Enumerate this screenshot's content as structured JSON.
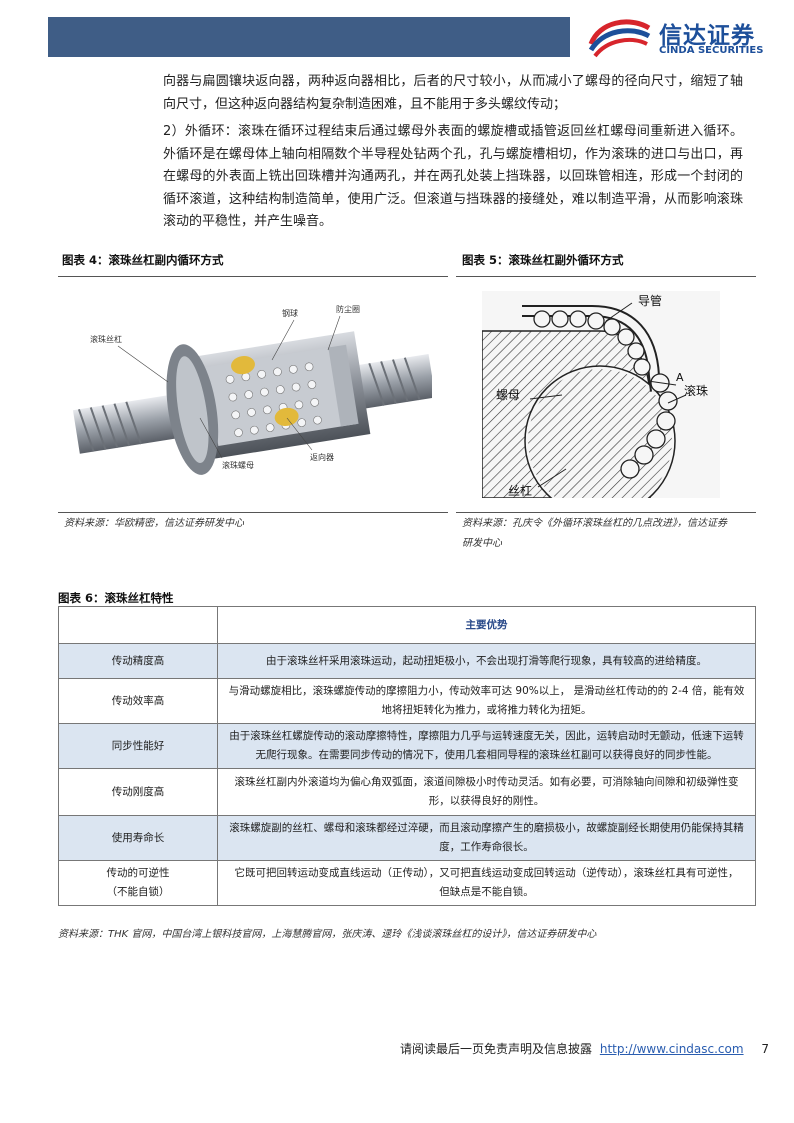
{
  "header": {
    "logo_cn": "信达证券",
    "logo_en": "CINDA SECURITIES"
  },
  "body": {
    "paragraph_1": "向器与扁圆镶块返向器，两种返向器相比，后者的尺寸较小，从而减小了螺母的径向尺寸，缩短了轴向尺寸，但这种返向器结构复杂制造困难，且不能用于多头螺纹传动；",
    "paragraph_2": "2）外循环：滚珠在循环过程结束后通过螺母外表面的螺旋槽或插管返回丝杠螺母间重新进入循环。外循环是在螺母体上轴向相隔数个半导程处钻两个孔，孔与螺旋槽相切，作为滚珠的进口与出口，再在螺母的外表面上铣出回珠槽并沟通两孔，并在两孔处装上挡珠器，以回珠管相连，形成一个封闭的循环滚道，这种结构制造简单，使用广泛。但滚道与挡珠器的接缝处，难以制造平滑，从而影响滚珠滚动的平稳性，并产生噪音。"
  },
  "figure_4": {
    "title": "图表 4：滚珠丝杠副内循环方式",
    "labels": {
      "screw": "滚珠丝杠",
      "ball": "钢球",
      "retainer": "防尘圈",
      "nut": "滚珠螺母",
      "returner": "返向器"
    },
    "source": "资料来源：华欧精密，信达证券研发中心"
  },
  "figure_5": {
    "title": "图表 5：滚珠丝杠副外循环方式",
    "labels": {
      "tube": "导管",
      "point_a": "A",
      "nut": "螺母",
      "ball": "滚珠",
      "screw": "丝杠"
    },
    "source_line1": "资料来源：孔庆令《外循环滚珠丝杠的几点改进》，信达证券",
    "source_line2": "研发中心"
  },
  "table_6": {
    "title": "图表 6：滚珠丝杠特性",
    "header_col1": "",
    "header_col2": "主要优势",
    "rows": [
      {
        "feature": "传动精度高",
        "line1": "由于滚珠丝杆采用滚珠运动，起动扭矩极小，不会出现打滑等爬行现象，具有较高的进给精度。",
        "line2": ""
      },
      {
        "feature": "传动效率高",
        "line1": "与滑动螺旋相比，滚珠螺旋传动的摩擦阻力小，传动效率可达 90%以上，  是滑动丝杠传动的的 2-4 倍，能有效",
        "line2": "地将扭矩转化为推力，或将推力转化为扭矩。"
      },
      {
        "feature": "同步性能好",
        "line1": "由于滚珠丝杠螺旋传动的滚动摩擦特性，摩擦阻力几乎与运转速度无关，因此，运转启动时无颤动，低速下运转",
        "line2": "无爬行现象。在需要同步传动的情况下，使用几套相同导程的滚珠丝杠副可以获得良好的同步性能。"
      },
      {
        "feature": "传动刚度高",
        "line1": "滚珠丝杠副内外滚道均为偏心角双弧面，滚道间隙极小时传动灵活。如有必要，可消除轴向间隙和初级弹性变",
        "line2": "形，以获得良好的刚性。"
      },
      {
        "feature": "使用寿命长",
        "line1": "滚珠螺旋副的丝杠、螺母和滚珠都经过淬硬，而且滚动摩擦产生的磨损极小，故螺旋副经长期使用仍能保持其精",
        "line2": "度，工作寿命很长。"
      },
      {
        "feature": "传动的可逆性",
        "feature_line2": "（不能自锁）",
        "line1": "它既可把回转运动变成直线运动（正传动），又可把直线运动变成回转运动（逆传动），滚珠丝杠具有可逆性，",
        "line2": "但缺点是不能自锁。"
      }
    ],
    "source": "资料来源：THK 官网，中国台湾上银科技官网，上海慧腾官网，张庆涛、逯玲《浅谈滚珠丝杠的设计》，信达证券研发中心"
  },
  "footer": {
    "disclaimer": "请阅读最后一页免责声明及信息披露",
    "url": "http://www.cindasc.com",
    "page": "7"
  },
  "colors": {
    "header_bar": "#3f5d86",
    "brand_blue": "#1d4f9a",
    "brand_red": "#d7252c",
    "table_shade": "#dbe5f1"
  }
}
